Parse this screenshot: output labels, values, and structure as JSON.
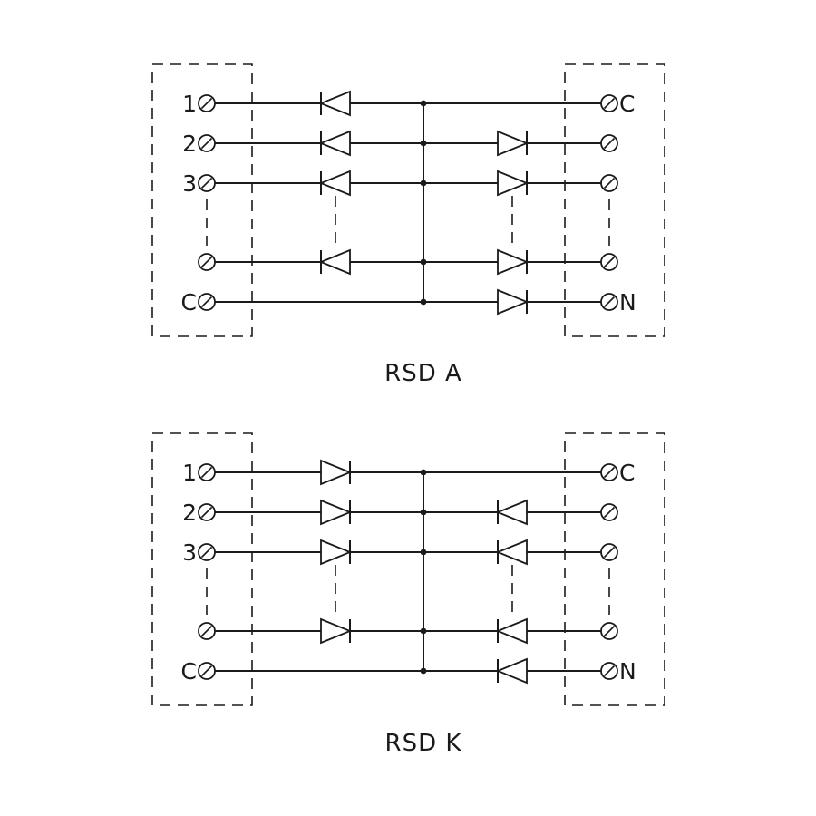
{
  "diagrams": [
    {
      "id": "rsd-a",
      "caption": "RSD A",
      "diode_variant": "A",
      "left_terminal_labels": [
        "1",
        "2",
        "3",
        "",
        "C"
      ],
      "right_terminal_labels": [
        "C",
        "",
        "",
        "",
        "N"
      ],
      "left_diodes": [
        true,
        true,
        true,
        true,
        false
      ],
      "right_diodes": [
        false,
        true,
        true,
        true,
        true
      ]
    },
    {
      "id": "rsd-k",
      "caption": "RSD K",
      "diode_variant": "K",
      "left_terminal_labels": [
        "1",
        "2",
        "3",
        "",
        "C"
      ],
      "right_terminal_labels": [
        "C",
        "",
        "",
        "",
        "N"
      ],
      "left_diodes": [
        true,
        true,
        true,
        true,
        false
      ],
      "right_diodes": [
        false,
        true,
        true,
        true,
        true
      ]
    }
  ],
  "colors": {
    "line": "#1a1a1a",
    "background": "#ffffff"
  },
  "icons": {
    "terminal": "screw-terminal-icon",
    "diode": "diode-icon",
    "junction": "junction-dot-icon"
  }
}
